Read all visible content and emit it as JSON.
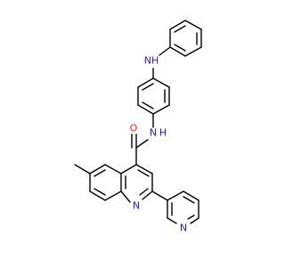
{
  "molecule": {
    "atom_colors": {
      "nitrogen": "#1a1aff",
      "oxygen": "#ff1a1a",
      "carbon_bond": "#000000"
    },
    "labels": {
      "aniline_nh": "NH",
      "amide_nh": "NH",
      "amide_n": "N",
      "amide_h": "H",
      "carbonyl_o": "O",
      "quinoline_n": "N",
      "pyridine_n": "N"
    }
  }
}
